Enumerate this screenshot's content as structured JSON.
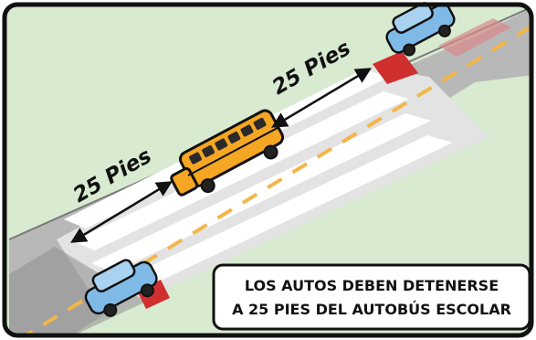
{
  "labels": {
    "distance_rear": "25 Pies",
    "distance_front": "25 Pies"
  },
  "caption": {
    "line1": "LOS AUTOS DEBEN DETENERSE",
    "line2": "A 25 PIES DEL AUTOBÚS ESCOLAR"
  },
  "colors": {
    "grass": "#d8ead0",
    "road": "#b8b8b8",
    "road_dark": "#8e8e8e",
    "lane_line": "#f2b64a",
    "crosswalk": "#ffffff",
    "stop_zone": "#cf2f2f",
    "car_body": "#7fb9e6",
    "bus_body": "#f5a623",
    "border": "#111111"
  },
  "icons": {
    "bus": "school-bus-icon",
    "car": "car-icon",
    "arrow": "double-arrow-icon"
  }
}
